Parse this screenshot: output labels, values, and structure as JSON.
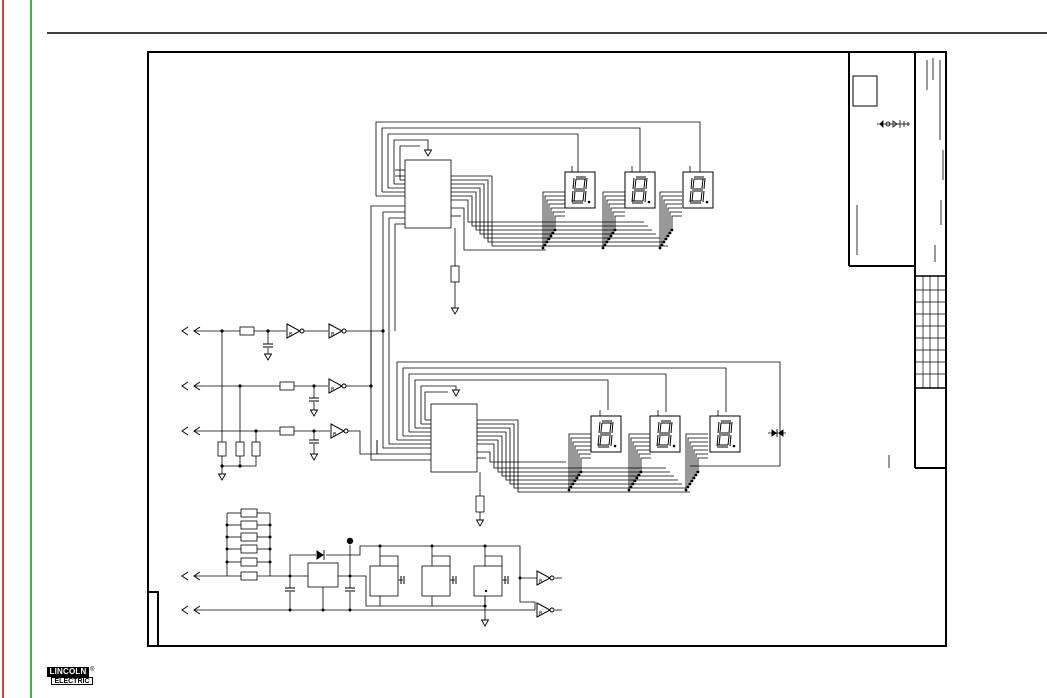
{
  "logo": {
    "line1": "LINCOLN",
    "line2": "ELECTRIC",
    "mark": "®"
  },
  "colors": {
    "left_margin_red": "#cc0000",
    "left_margin_green": "#00a000",
    "ink": "#000000"
  },
  "diagram": {
    "digit_groups": 2,
    "digits_per_group": 3,
    "digit_reading": "8"
  }
}
